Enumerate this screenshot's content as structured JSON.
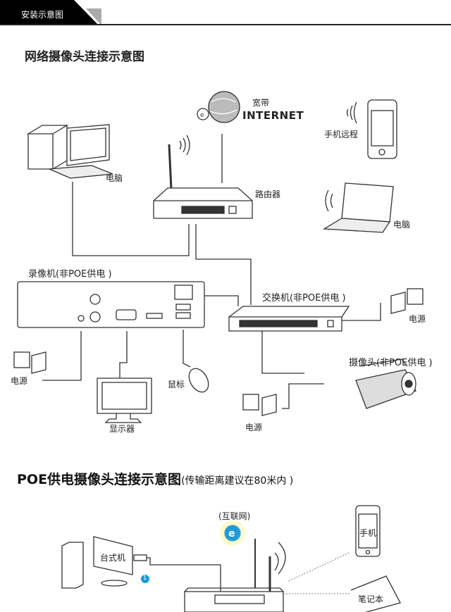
{
  "header": {
    "tab_label": "安装示意图"
  },
  "section1": {
    "title": "网络摄像头连接示意图",
    "labels": {
      "broadband": "宽带",
      "internet": "INTERNET",
      "pc": "电脑",
      "phone_remote": "手机远程",
      "router": "路由器",
      "laptop": "电脑",
      "nvr": "录像机(非POE供电 )",
      "switch": "交换机(非POE供电 )",
      "power_left": "电源",
      "power_right": "电源",
      "power_bottom": "电源",
      "monitor": "显示器",
      "mouse": "鼠标",
      "camera": "摄像头(非POE供电 )"
    }
  },
  "section2": {
    "title": "POE供电摄像头连接示意图",
    "subtitle": "(传输距离建议在80米内 )",
    "labels": {
      "internet": "(互联网)",
      "desktop": "台式机",
      "phone": "手机",
      "laptop": "笔记本",
      "step": "1"
    }
  },
  "colors": {
    "ink": "#222222",
    "header_bg": "#000000",
    "accent_blue": "#1e9bd7"
  }
}
